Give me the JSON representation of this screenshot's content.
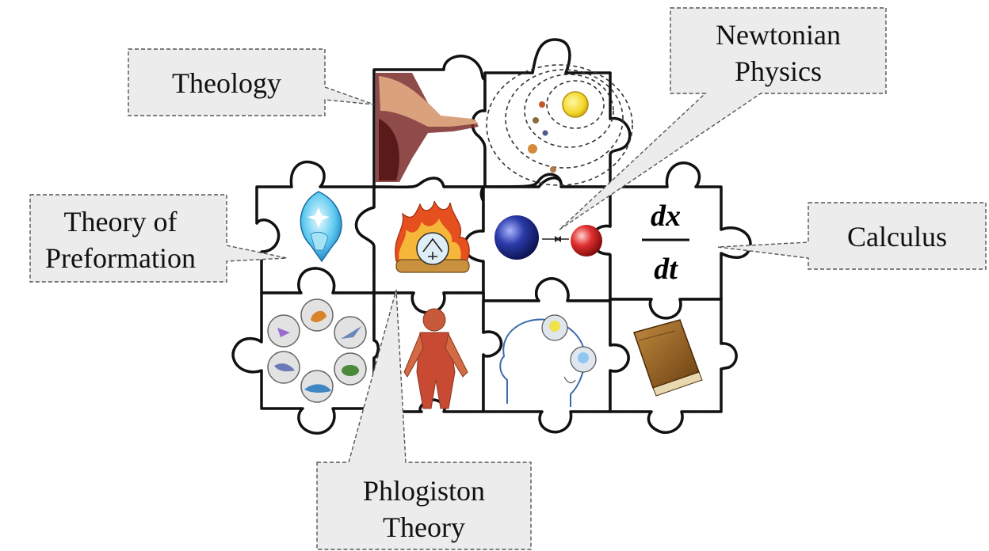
{
  "labels": {
    "theology": "Theology",
    "newtonian_line1": "Newtonian",
    "newtonian_line2": "Physics",
    "preformation_line1": "Theory of",
    "preformation_line2": "Preformation",
    "calculus": "Calculus",
    "phlogiston_line1": "Phlogiston",
    "phlogiston_line2": "Theory"
  },
  "puzzle_pieces": [
    {
      "id": "theology",
      "icon": "reaching-hand-fresco-icon"
    },
    {
      "id": "solar-system",
      "icon": "solar-system-icon"
    },
    {
      "id": "preformation",
      "icon": "homunculus-flask-icon"
    },
    {
      "id": "phlogiston",
      "icon": "phlogiston-fire-symbol-icon"
    },
    {
      "id": "newtonian",
      "icon": "gravitating-spheres-icon"
    },
    {
      "id": "calculus",
      "icon": "derivative-formula-icon",
      "formula_top": "dx",
      "formula_bottom": "dt"
    },
    {
      "id": "evolution",
      "icon": "animal-circle-icon"
    },
    {
      "id": "anatomy",
      "icon": "muscle-figure-icon"
    },
    {
      "id": "cognition",
      "icon": "head-lightbulb-icon"
    },
    {
      "id": "book",
      "icon": "old-book-icon"
    }
  ],
  "colors": {
    "callout_fill": "#ececec",
    "callout_stroke": "#555555",
    "piece_stroke": "#111111",
    "sun": "#f3dc2e",
    "blue_sphere": "#1e2a8c",
    "red_sphere": "#d52a2a",
    "fire": "#e6501e"
  }
}
